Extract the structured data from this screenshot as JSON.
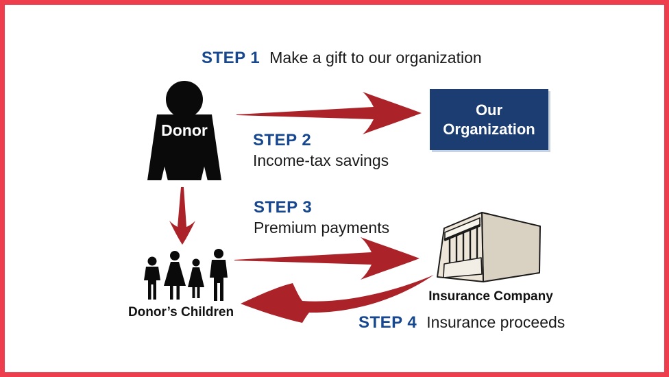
{
  "diagram": {
    "steps": [
      {
        "label": "STEP 1",
        "description": "Make a gift to our organization"
      },
      {
        "label": "STEP 2",
        "description": "Income-tax savings"
      },
      {
        "label": "STEP 3",
        "description": "Premium payments"
      },
      {
        "label": "STEP 4",
        "description": "Insurance proceeds"
      }
    ],
    "entities": {
      "donor": {
        "label": "Donor"
      },
      "organization": {
        "line1": "Our",
        "line2": "Organization"
      },
      "children": {
        "label": "Donor’s Children"
      },
      "insurance": {
        "label": "Insurance Company"
      }
    },
    "colors": {
      "border_red": "#ee3e4e",
      "arrow_red": "#ab2328",
      "step_blue": "#17488f",
      "org_navy": "#1c3d72",
      "silhouette_black": "#0a0a0a",
      "building_front": "#ece5d8",
      "building_side": "#d9d1c2",
      "building_panel": "#f2eee6",
      "text_black": "#1a1a1a"
    }
  }
}
